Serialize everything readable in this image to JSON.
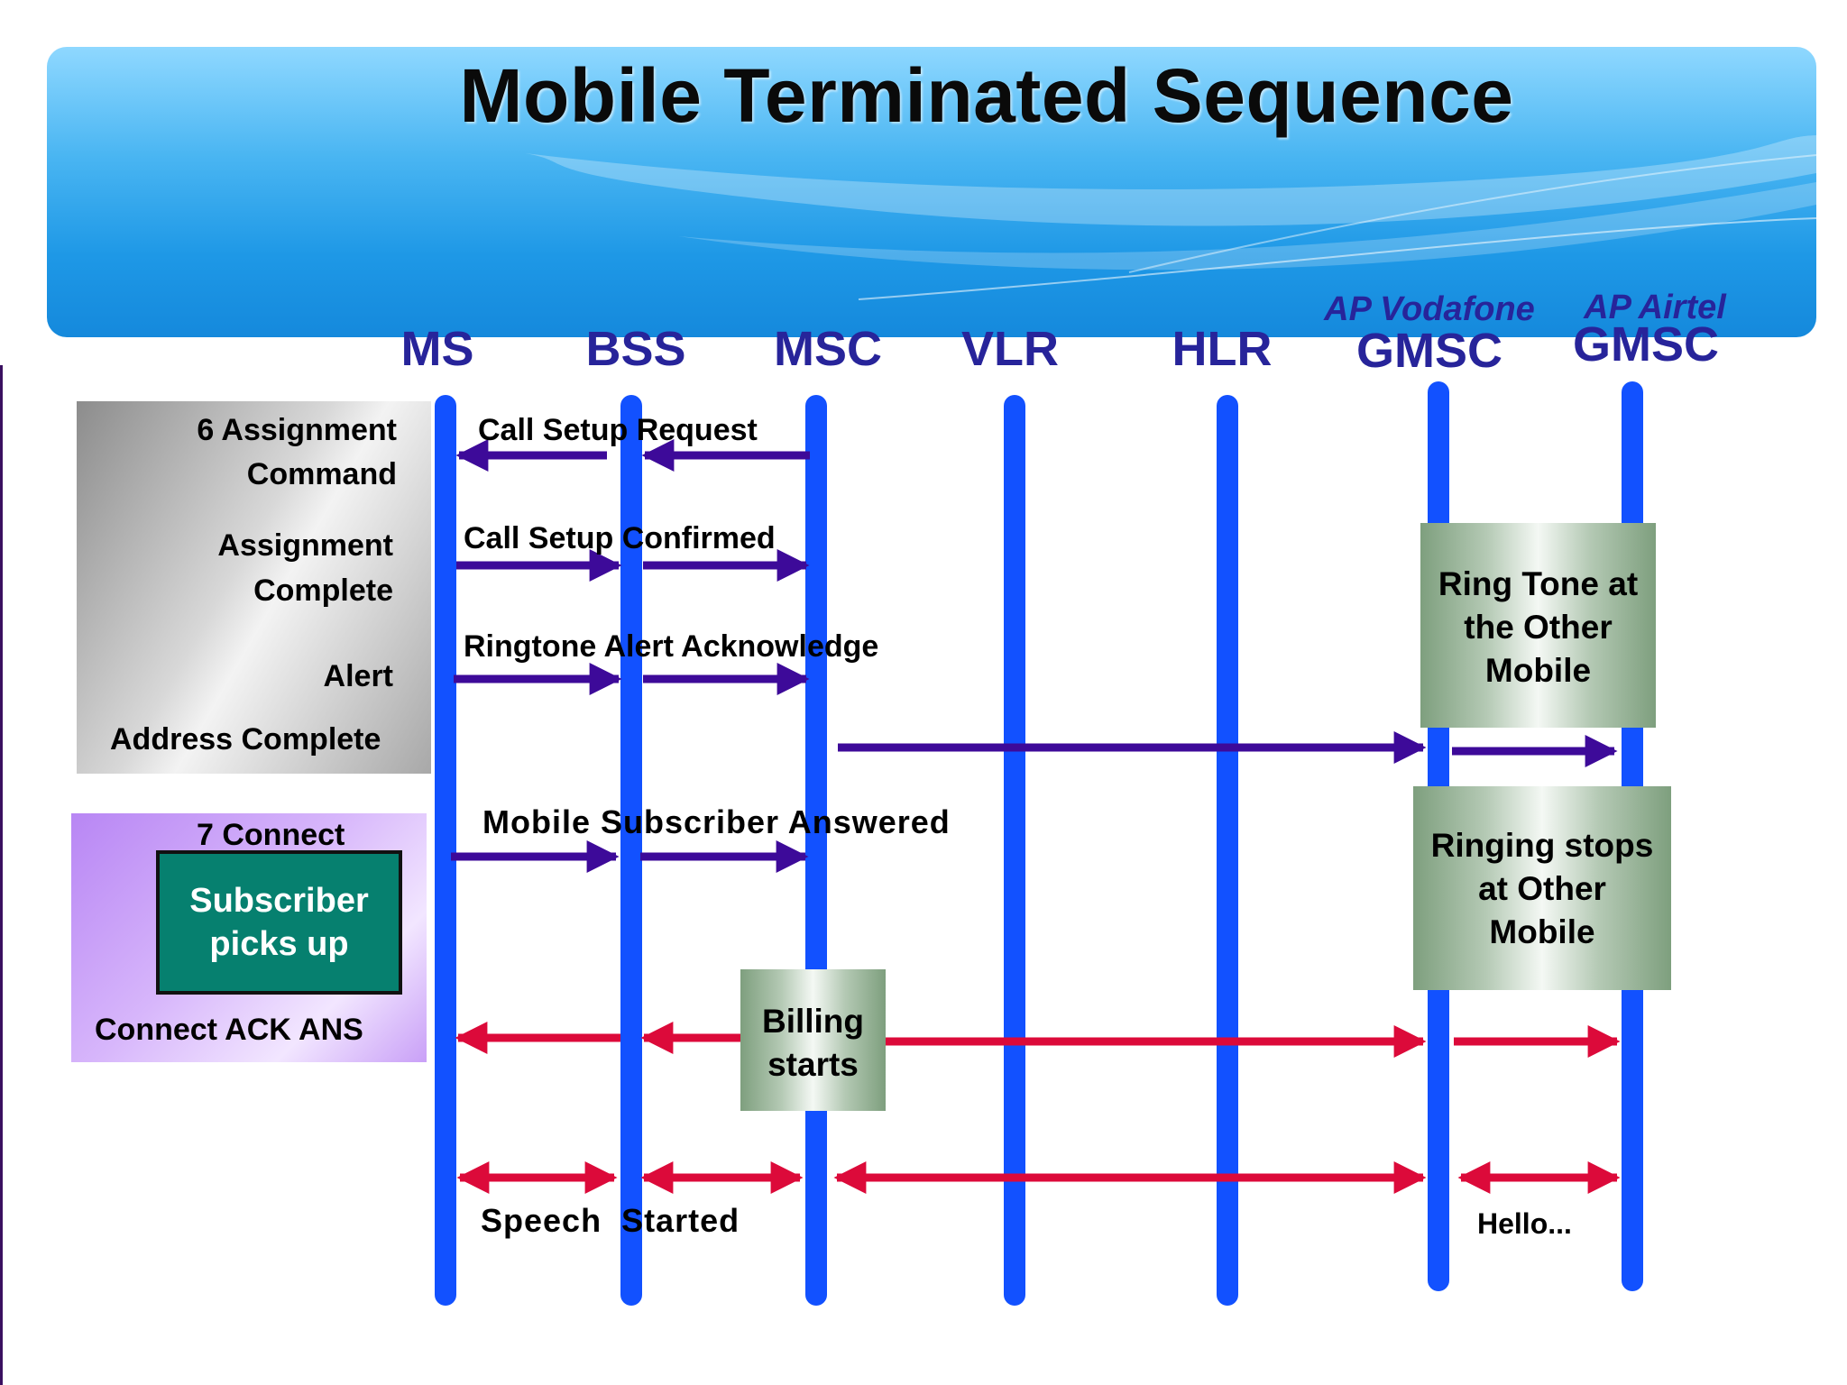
{
  "title": "Mobile Terminated Sequence",
  "entities": {
    "ms": "MS",
    "bss": "BSS",
    "msc": "MSC",
    "vlr": "VLR",
    "hlr": "HLR",
    "gmsc_vodafone": "GMSC",
    "gmsc_airtel": "GMSC"
  },
  "operators": {
    "vodafone": "AP Vodafone",
    "airtel": "AP Airtel"
  },
  "side_panel": {
    "assignment_command_1": "6  Assignment",
    "assignment_command_2": "Command",
    "assignment_complete_1": "Assignment",
    "assignment_complete_2": "Complete",
    "alert": "Alert",
    "address_complete": "Address Complete",
    "connect": "7  Connect",
    "subscriber_1": "Subscriber",
    "subscriber_2": "picks up",
    "connect_ack": "Connect ACK ANS"
  },
  "messages": {
    "call_setup_request": "Call Setup Request",
    "call_setup_confirmed": "Call Setup Confirmed",
    "ringtone_alert_ack": "Ringtone Alert Acknowledge",
    "mobile_subscriber_answered": "Mobile Subscriber Answered",
    "speech_started": "Speech  Started",
    "hello": "Hello..."
  },
  "notes": {
    "ring_tone_1": "Ring Tone at",
    "ring_tone_2": "the Other",
    "ring_tone_3": "Mobile",
    "ringing_stops_1": "Ringing stops",
    "ringing_stops_2": "at Other",
    "ringing_stops_3": "Mobile",
    "billing_1": "Billing",
    "billing_2": "starts"
  },
  "colors": {
    "lifeline": "#1251ff",
    "signal_arrow": "#3d0a99",
    "speech_arrow": "#dc0a3a",
    "entity_text": "#27249a"
  }
}
